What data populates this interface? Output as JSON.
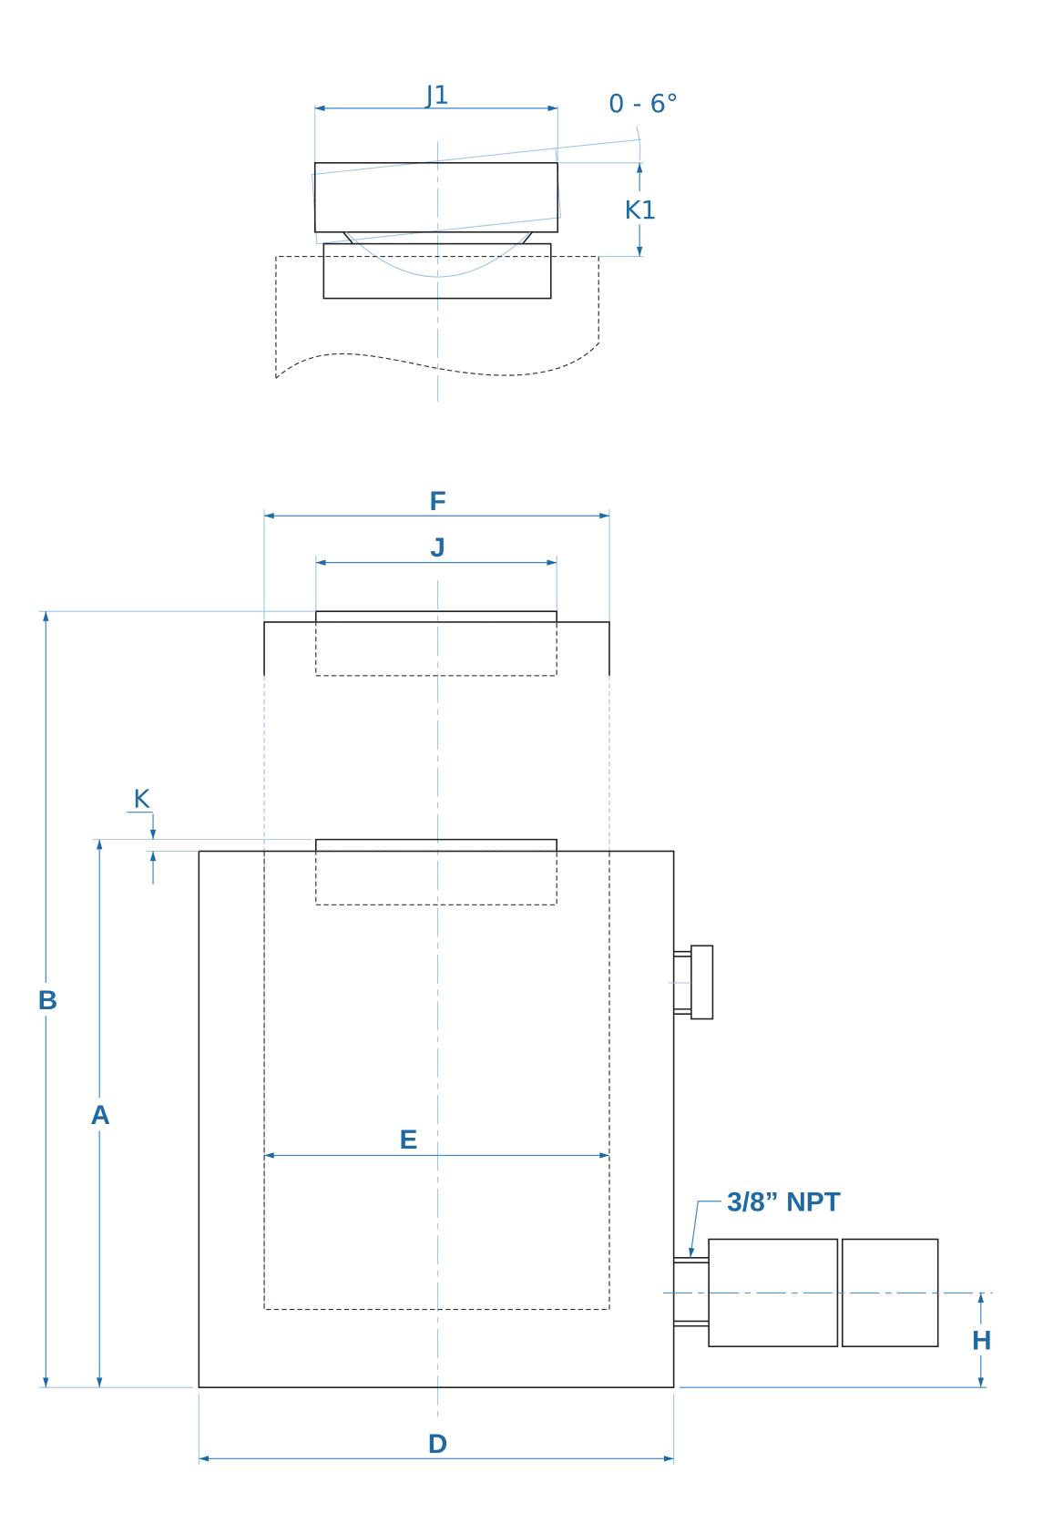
{
  "drawing": {
    "top_view": {
      "labels": {
        "j1": "J1",
        "angle": "0 - 6°",
        "k1": "K1"
      }
    },
    "main_view": {
      "labels": {
        "f": "F",
        "j": "J",
        "k": "K",
        "b": "B",
        "a": "A",
        "e": "E",
        "d": "D",
        "h": "H",
        "port": "3/8” NPT"
      }
    },
    "colors": {
      "dimension": "#1f6aa5",
      "outline": "#222222"
    }
  }
}
